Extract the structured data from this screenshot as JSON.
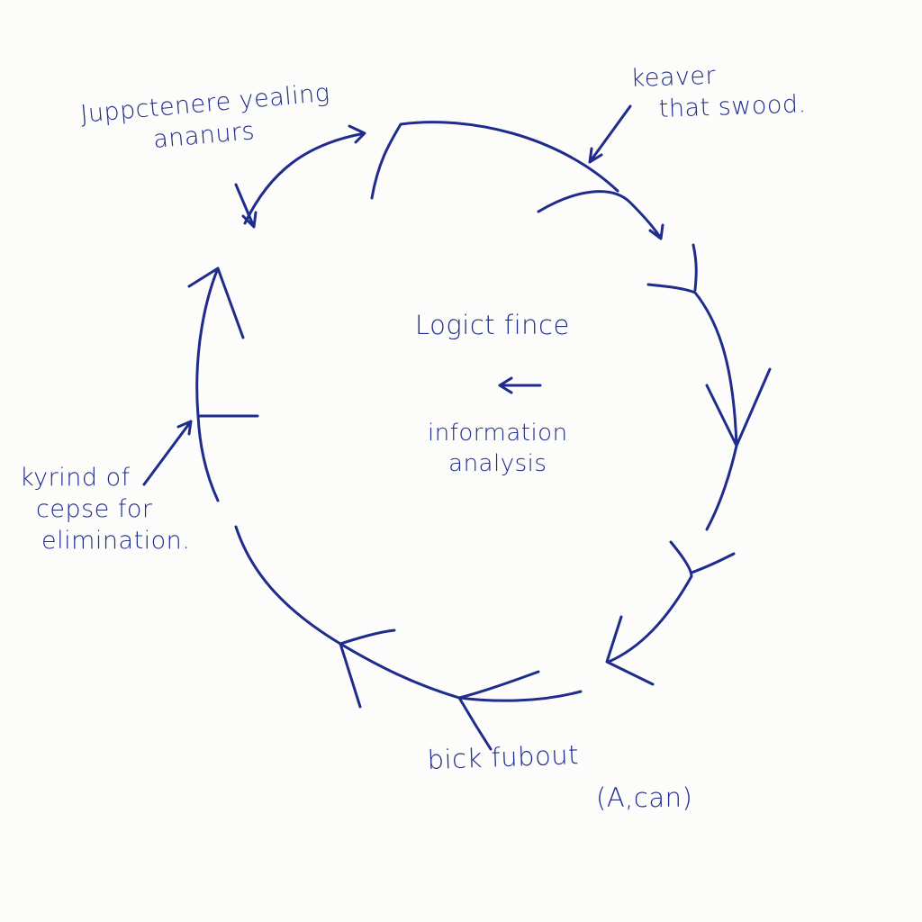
{
  "diagram": {
    "center": {
      "title": "Logict fince",
      "subtitle_lines": [
        "information",
        "analysis"
      ]
    },
    "annotations": {
      "top_left": [
        "Juppctenere yealing",
        "ananurs"
      ],
      "top_right": [
        "keaver",
        "that swood."
      ],
      "left": [
        "kyrind of",
        "cepse for",
        "elimination."
      ],
      "bottom": "bick fubout",
      "bottom_right": "(A,can)"
    },
    "colors": {
      "ink": "#1f2c8c",
      "paper": "#fcfcfa"
    }
  }
}
